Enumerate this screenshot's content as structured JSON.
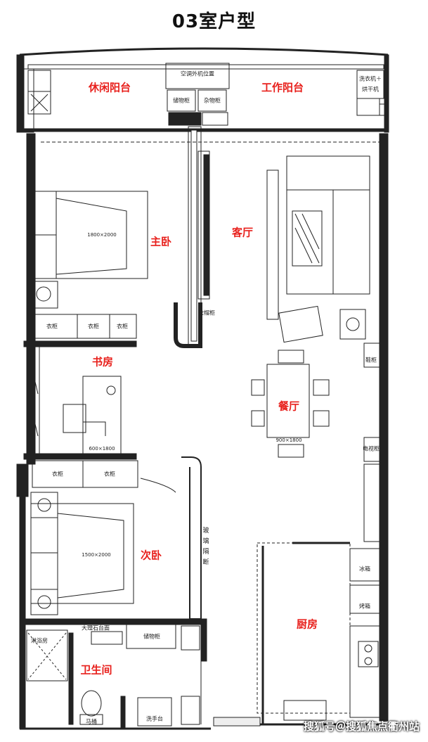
{
  "title": "03室户型",
  "rooms": {
    "leisure_balcony": "休闲阳台",
    "work_balcony": "工作阳台",
    "master_bedroom": "主卧",
    "living_room": "客厅",
    "study": "书房",
    "dining_room": "餐厅",
    "second_bedroom": "次卧",
    "kitchen": "厨房",
    "bathroom": "卫生间"
  },
  "labels": {
    "ac_unit": "空调外机位置",
    "storage_1": "储物柜",
    "storage_2": "杂物柜",
    "washer_dryer_1": "洗衣机＋",
    "washer_dryer_2": "烘干机",
    "wardrobe_a": "衣柜",
    "wardrobe_b": "衣柜",
    "wardrobe_c": "衣柜",
    "wardrobe_d": "衣柜",
    "wardrobe_e": "衣柜",
    "sideboard": "衣帽柜",
    "shoe_cabinet": "鞋柜",
    "tv_cabinet": "电视柜",
    "glass_partition": "玻璃隔断",
    "fridge": "冰箱",
    "oven": "烤箱",
    "bath_top": "大理石台面",
    "bath_cabinet": "储物柜",
    "shower_left": "淋浴房",
    "toilet_label": "马桶",
    "washbasin": "洗手台"
  },
  "dimensions": {
    "master_bed": "1800×2000",
    "desk": "600×1800",
    "dining_table": "900×1800",
    "second_bed": "1500×2000"
  },
  "watermark": "搜狐号＠搜狐焦点衢州站"
}
